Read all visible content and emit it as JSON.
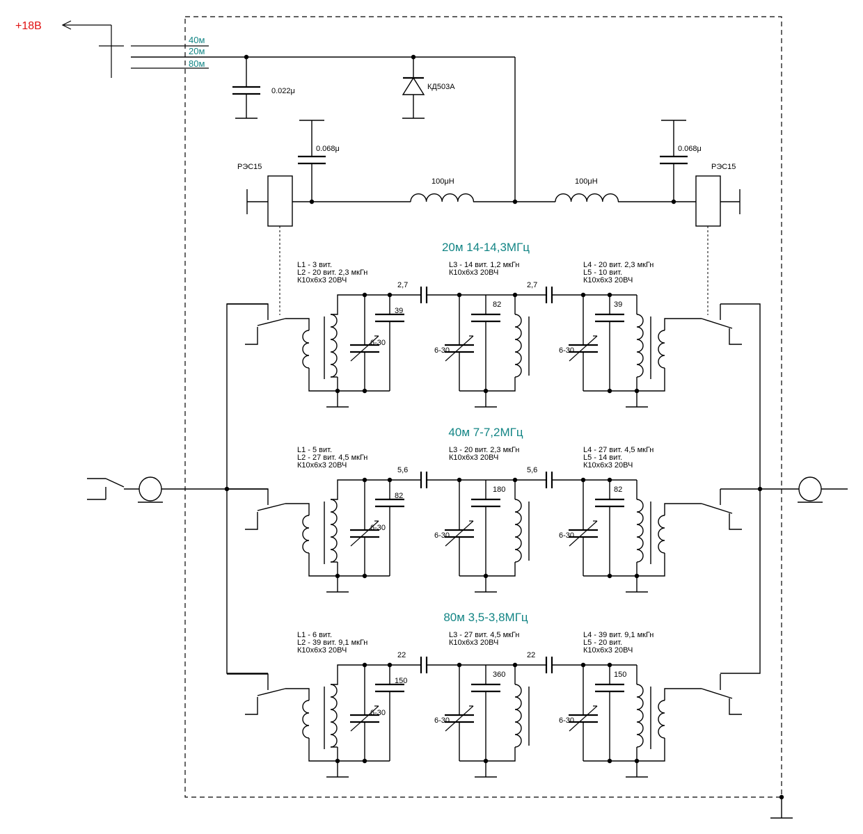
{
  "supply": {
    "label": "+18В"
  },
  "band_taps": [
    "40м",
    "20м",
    "80м"
  ],
  "colors": {
    "accent": "#138585",
    "supply": "#e01010",
    "wire": "#000000"
  },
  "power": {
    "cap_main": "0.022μ",
    "diode": "КД503А",
    "cap_left": "0.068μ",
    "cap_right": "0.068μ",
    "choke_left": "100μH",
    "choke_right": "100μH",
    "relay_left": "РЭС15",
    "relay_right": "РЭС15"
  },
  "filters": [
    {
      "title": "20м 14-14,3МГц",
      "left_note": [
        "L1 - 3 вит.",
        "L2 - 20 вит. 2,3 мкГн",
        "К10х6х3 20ВЧ"
      ],
      "mid_note": [
        "L3 - 14 вит. 1,2 мкГн",
        "К10х6х3 20ВЧ"
      ],
      "right_note": [
        "L4 - 20 вит. 2,3 мкГн",
        "L5 - 10 вит.",
        "К10х6х3 20ВЧ"
      ],
      "c_series_left": "2,7",
      "c_series_right": "2,7",
      "c_left": "39",
      "c_mid": "82",
      "c_right": "39",
      "trim_left": "6-30",
      "trim_mid": "6-30",
      "trim_right": "6-30"
    },
    {
      "title": "40м 7-7,2МГц",
      "left_note": [
        "L1 - 5 вит.",
        "L2 - 27 вит. 4,5 мкГн",
        "К10х6х3 20ВЧ"
      ],
      "mid_note": [
        "L3 - 20 вит. 2,3 мкГн",
        "К10х6х3 20ВЧ"
      ],
      "right_note": [
        "L4 - 27 вит. 4,5 мкГн",
        "L5 - 14 вит.",
        "К10х6х3 20ВЧ"
      ],
      "c_series_left": "5,6",
      "c_series_right": "5,6",
      "c_left": "82",
      "c_mid": "180",
      "c_right": "82",
      "trim_left": "6-30",
      "trim_mid": "6-30",
      "trim_right": "6-30"
    },
    {
      "title": "80м 3,5-3,8МГц",
      "left_note": [
        "L1 - 6 вит.",
        "L2 - 39 вит. 9,1 мкГн",
        "К10х6х3 20ВЧ"
      ],
      "mid_note": [
        "L3 - 27 вит. 4,5 мкГн",
        "К10х6х3 20ВЧ"
      ],
      "right_note": [
        "L4 - 39 вит. 9,1 мкГн",
        "L5 - 20 вит.",
        "К10х6х3 20ВЧ"
      ],
      "c_series_left": "22",
      "c_series_right": "22",
      "c_left": "150",
      "c_mid": "360",
      "c_right": "150",
      "trim_left": "6-30",
      "trim_mid": "6-30",
      "trim_right": "6-30"
    }
  ]
}
